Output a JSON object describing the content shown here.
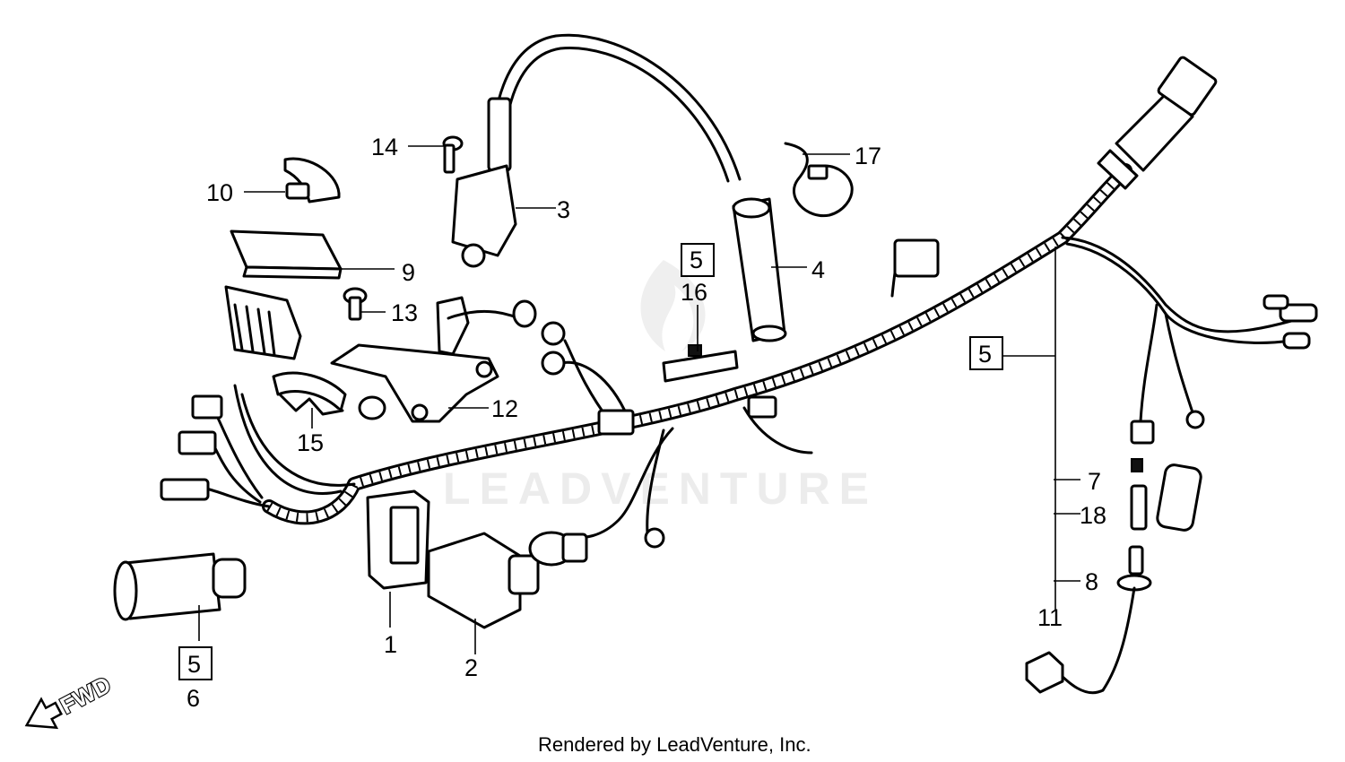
{
  "callouts": {
    "c1": "1",
    "c2": "2",
    "c3": "3",
    "c4": "4",
    "c5a": "5",
    "c5b": "5",
    "c5c": "5",
    "c6": "6",
    "c7": "7",
    "c8": "8",
    "c9": "9",
    "c10": "10",
    "c11": "11",
    "c12": "12",
    "c13": "13",
    "c14": "14",
    "c15": "15",
    "c16": "16",
    "c17": "17",
    "c18": "18"
  },
  "direction_label": "FWD",
  "watermark": "LEADVENTURE",
  "footer": "Rendered by LeadVenture, Inc."
}
